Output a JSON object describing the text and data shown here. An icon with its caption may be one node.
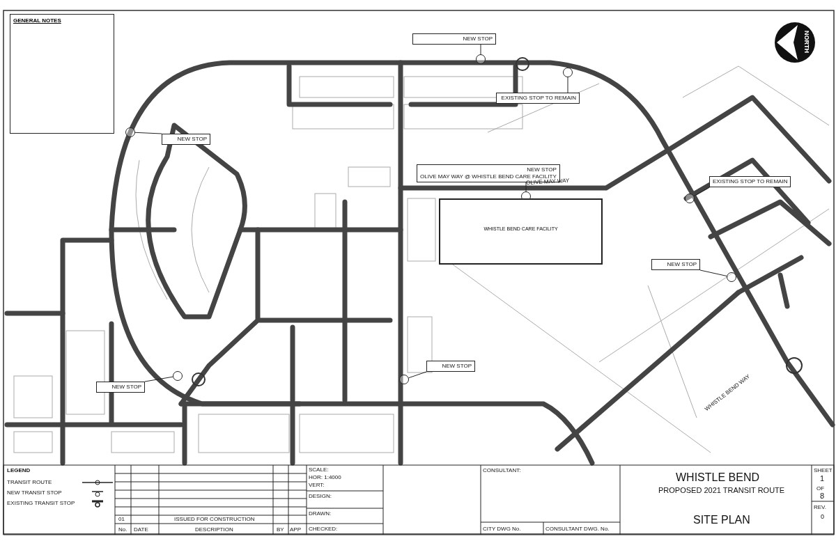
{
  "diagram": {
    "nodes": [
      {
        "text": [
          "GENERAL NOTES"
        ]
      },
      {
        "text": [
          "NEW STOP"
        ]
      },
      {
        "text": [
          "EXISTING STOP TO REMAIN"
        ]
      },
      {
        "text": [
          "NEW STOP"
        ]
      },
      {
        "text": [
          "NEW STOP",
          "OLIVE MAY WAY @ WHISTLE BEND CARE FACILITY"
        ]
      },
      {
        "text": [
          "EXISTING STOP TO REMAIN"
        ]
      },
      {
        "text": [
          "NEW STOP"
        ]
      },
      {
        "text": [
          "NEW STOP"
        ]
      },
      {
        "text": [
          "NEW STOP"
        ]
      },
      {
        "text": [],
        "shape": "circle"
      },
      {
        "text": [],
        "shape": "circle"
      },
      {
        "text": [],
        "shape": "circle"
      },
      {
        "text": [],
        "shape": "circle"
      },
      {
        "text": [],
        "shape": "circle"
      },
      {
        "text": [],
        "shape": "circle"
      },
      {
        "text": [],
        "shape": "circle"
      },
      {
        "text": [],
        "shape": "circle"
      },
      {
        "text": [
          "WHISTLE BEND CARE FACILITY"
        ]
      }
    ],
    "edges": [
      {
        "from": 1,
        "to": 9,
        "arrow": "none"
      },
      {
        "from": 2,
        "to": 10,
        "arrow": "none"
      },
      {
        "from": 3,
        "to": 11,
        "arrow": "none"
      },
      {
        "from": 4,
        "to": 12,
        "arrow": "none"
      },
      {
        "from": 5,
        "to": 13,
        "arrow": "none"
      },
      {
        "from": 6,
        "to": 14,
        "arrow": "none"
      },
      {
        "from": 8,
        "to": 15,
        "arrow": "none"
      },
      {
        "from": 7,
        "to": 16,
        "arrow": "none"
      }
    ],
    "labels": [
      "NORTH",
      "OLIVE MAY WAY",
      "WHISTLE BEND WAY",
      "LEGEND",
      "01",
      "ISSUED FOR CONSTRUCTION",
      "No.",
      "DATE",
      "DESCRIPTION",
      "BY",
      "APP",
      "SCALE:",
      "HOR: 1:4000",
      "VERT:",
      "DESIGN:",
      "DRAWN:",
      "CHECKED:",
      "CONSULTANT:",
      "CITY DWG No.",
      "CONSULTANT DWG. No.",
      "WHISTLE BEND",
      "PROPOSED 2021 TRANSIT ROUTE",
      "SITE PLAN",
      "SHEET",
      "1",
      "OF",
      "8",
      "REV.",
      "0"
    ],
    "legend": [
      {
        "text": "TRANSIT ROUTE"
      },
      {
        "text": "NEW TRANSIT STOP"
      },
      {
        "text": "EXISTING TRANSIT STOP"
      }
    ]
  }
}
